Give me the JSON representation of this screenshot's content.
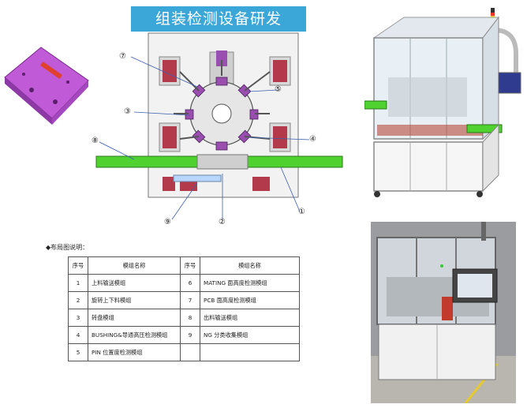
{
  "title": "组装检测设备研发",
  "layout": {
    "markers": [
      "①",
      "②",
      "③",
      "④",
      "⑤",
      "⑦",
      "⑧",
      "⑨"
    ]
  },
  "legend": {
    "caption": "◆布局图说明：",
    "headers": [
      "序号",
      "模组名称",
      "序号",
      "模组名称"
    ],
    "rows": [
      [
        "1",
        "上料输送模组",
        "6",
        "MATING 面高度检测模组"
      ],
      [
        "2",
        "旋转上下料模组",
        "7",
        "PCB 面高度检测模组"
      ],
      [
        "3",
        "转盘模组",
        "8",
        "出料输送模组"
      ],
      [
        "4",
        "BUSHING&导通高压检测模组",
        "9",
        "NG 分类收集模组"
      ],
      [
        "5",
        "PIN 位置度检测模组",
        "",
        ""
      ]
    ]
  }
}
